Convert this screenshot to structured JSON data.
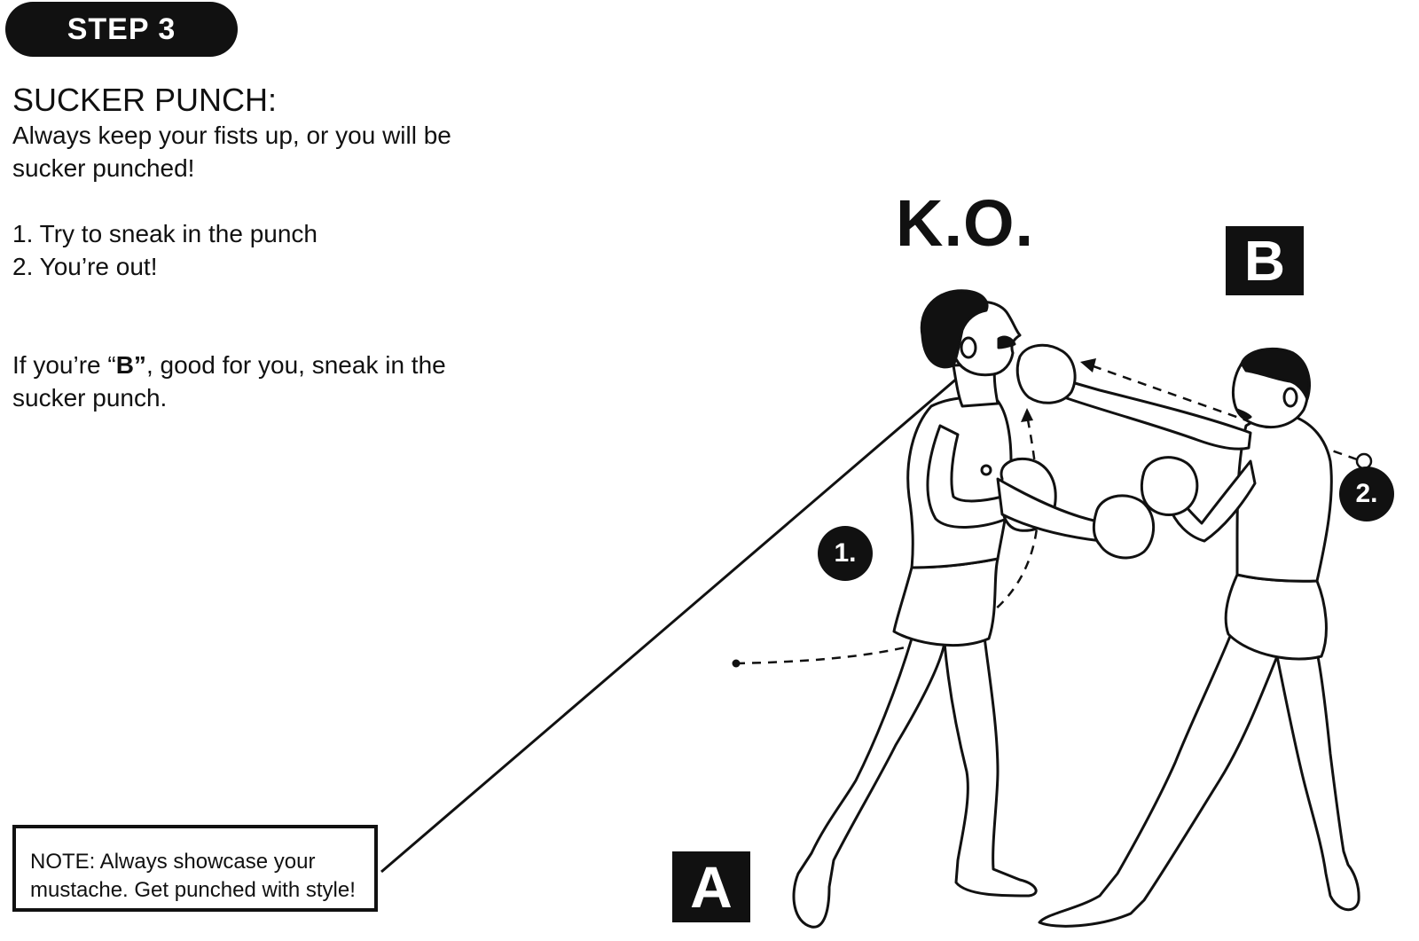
{
  "step": {
    "label": "STEP 3"
  },
  "intro": {
    "heading": "SUCKER PUNCH:",
    "text": "Always keep your fists up, or you will be sucker punched!"
  },
  "steps": [
    "1. Try to sneak in the punch",
    "2. You’re out!"
  ],
  "advice": {
    "before": "If you’re “",
    "bold": "B”",
    "after": ", good for you, sneak in the sucker punch."
  },
  "note": {
    "text": "NOTE: Always showcase your mustache. Get punched with style!"
  },
  "diagram": {
    "ko_label": "K.O.",
    "boxer_a_label": "A",
    "boxer_b_label": "B",
    "marker_1": "1.",
    "marker_2": "2."
  },
  "colors": {
    "ink": "#111111",
    "paper": "#ffffff"
  }
}
